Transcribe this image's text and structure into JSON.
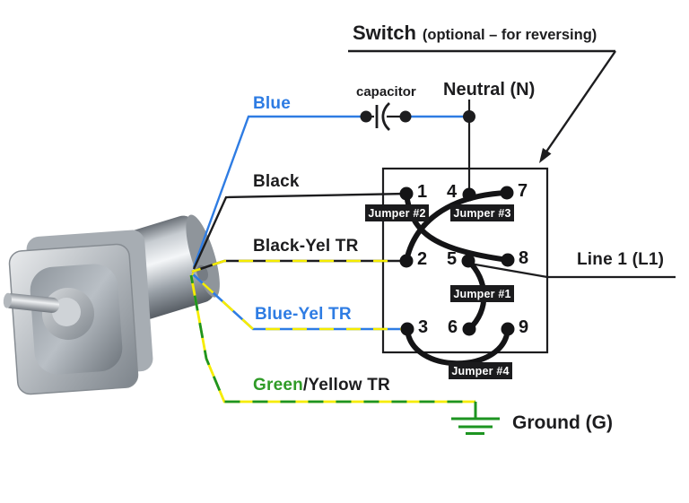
{
  "title": {
    "main": "Switch",
    "sub": "(optional – for reversing)"
  },
  "labels": {
    "capacitor": "capacitor",
    "neutral": "Neutral (N)",
    "line1": "Line 1 (L1)",
    "ground": "Ground (G)"
  },
  "wire_labels": {
    "blue": "Blue",
    "black": "Black",
    "black_yel": "Black-Yel TR",
    "blue_yel": "Blue-Yel TR",
    "green_part": "Green",
    "yellow_part": "/Yellow TR"
  },
  "terminals": [
    "1",
    "4",
    "7",
    "2",
    "5",
    "8",
    "3",
    "6",
    "9"
  ],
  "jumpers": [
    {
      "label": "Jumper #1",
      "connects": "5–6"
    },
    {
      "label": "Jumper #2",
      "connects": "1–8"
    },
    {
      "label": "Jumper #3",
      "connects": "2–7"
    },
    {
      "label": "Jumper #4",
      "connects": "3–9"
    }
  ],
  "colors": {
    "wire_blue": "#2e7ce3",
    "wire_yellow": "#f6ec00",
    "wire_green": "#1d9421",
    "wire_black": "#1d1d1f",
    "jumper_tag_bg": "#1b1b1d",
    "jumper_tag_text": "#ffffff"
  }
}
